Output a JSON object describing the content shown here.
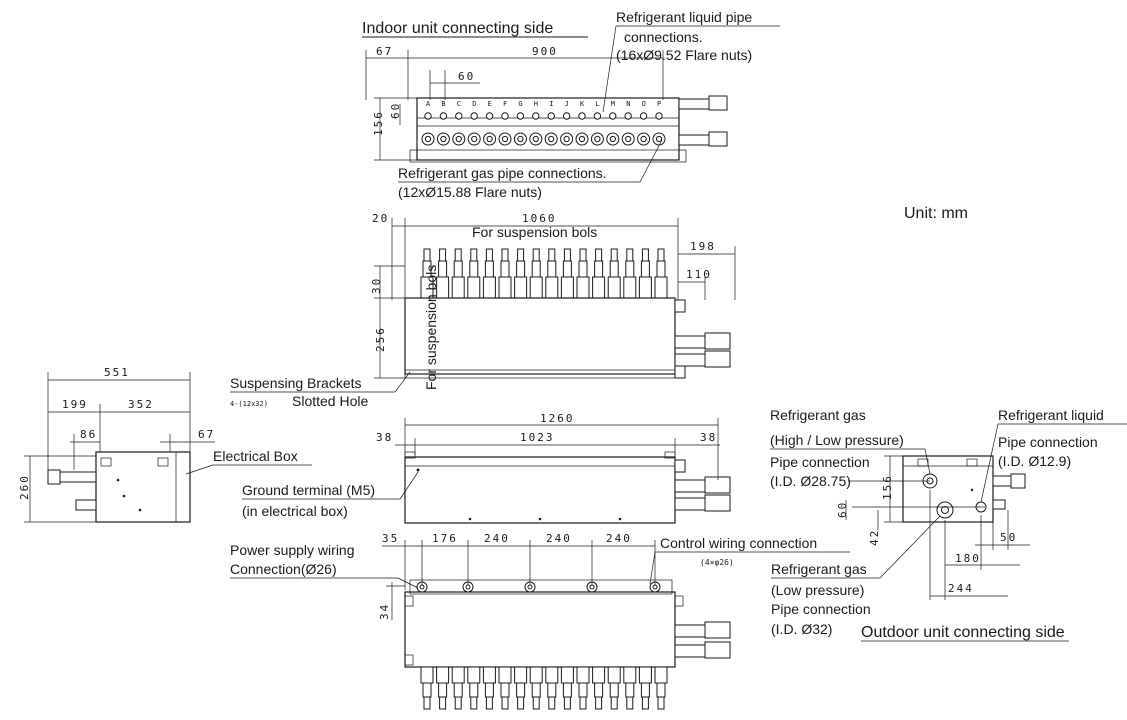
{
  "title": "Indoor unit connecting side",
  "unit": "Unit: mm",
  "callouts": {
    "liquid_pipe": {
      "line1": "Refrigerant liquid pipe",
      "line2": "connections.",
      "line3": "(16xØ9.52 Flare nuts)"
    },
    "gas_pipe": {
      "line1": "Refrigerant gas pipe connections.",
      "line2": "(12xØ15.88 Flare nuts)"
    },
    "suspension_bolts": "For suspension bols",
    "suspension_bolts_vertical": "For suspension bols",
    "suspension_brackets": {
      "line1": "Suspensing Brackets",
      "line2_prefix": "4-(12x32)",
      "line2": "Slotted Hole"
    },
    "electrical_box": "Electrical Box",
    "ground_terminal": {
      "line1": "Ground terminal (M5)",
      "line2": "(in electrical box)"
    },
    "power_supply": {
      "line1": "Power supply wiring",
      "line2": "Connection(Ø26)"
    },
    "control_wiring": {
      "line1": "Control wiring connection",
      "line2": "(4×φ26)"
    },
    "refrigerant_gas_hl": {
      "line1": "Refrigerant gas",
      "line2": "(High / Low pressure)",
      "line3": "Pipe connection",
      "line4": "(I.D. Ø28.75)"
    },
    "refrigerant_liquid": {
      "line1": "Refrigerant liquid",
      "line2": "Pipe connection",
      "line3": "(I.D. Ø12.9)"
    },
    "refrigerant_gas_low": {
      "line1": "Refrigerant gas",
      "line2": "(Low pressure)",
      "line3": "Pipe connection",
      "line4": "(I.D. Ø32)"
    },
    "outdoor_side": "Outdoor unit connecting side"
  },
  "port_letters": [
    "A",
    "B",
    "C",
    "D",
    "E",
    "F",
    "G",
    "H",
    "I",
    "J",
    "K",
    "L",
    "M",
    "N",
    "O",
    "P"
  ],
  "dimensions": {
    "top_view": {
      "left_offset": "67",
      "width": "900",
      "pitch": "60",
      "height": "156",
      "row_gap": "60"
    },
    "front_view": {
      "left_offset": "20",
      "width": "1060",
      "right_outer": "198",
      "right_inner": "110",
      "top": "30",
      "height": "256"
    },
    "bottom_front": {
      "overall": "1260",
      "left": "38",
      "inner": "1023",
      "right": "38"
    },
    "wiring_view": {
      "left": "35",
      "p1": "176",
      "p2": "240",
      "p3": "240",
      "p4": "240",
      "height": "34"
    },
    "side_view": {
      "overall": "551",
      "left": "199",
      "right": "352",
      "offset_l": "86",
      "offset_r": "67",
      "height": "260"
    },
    "right_side": {
      "height": "156",
      "gap": "60",
      "offset": "42",
      "d180": "180",
      "d50": "50",
      "d244": "244"
    }
  }
}
